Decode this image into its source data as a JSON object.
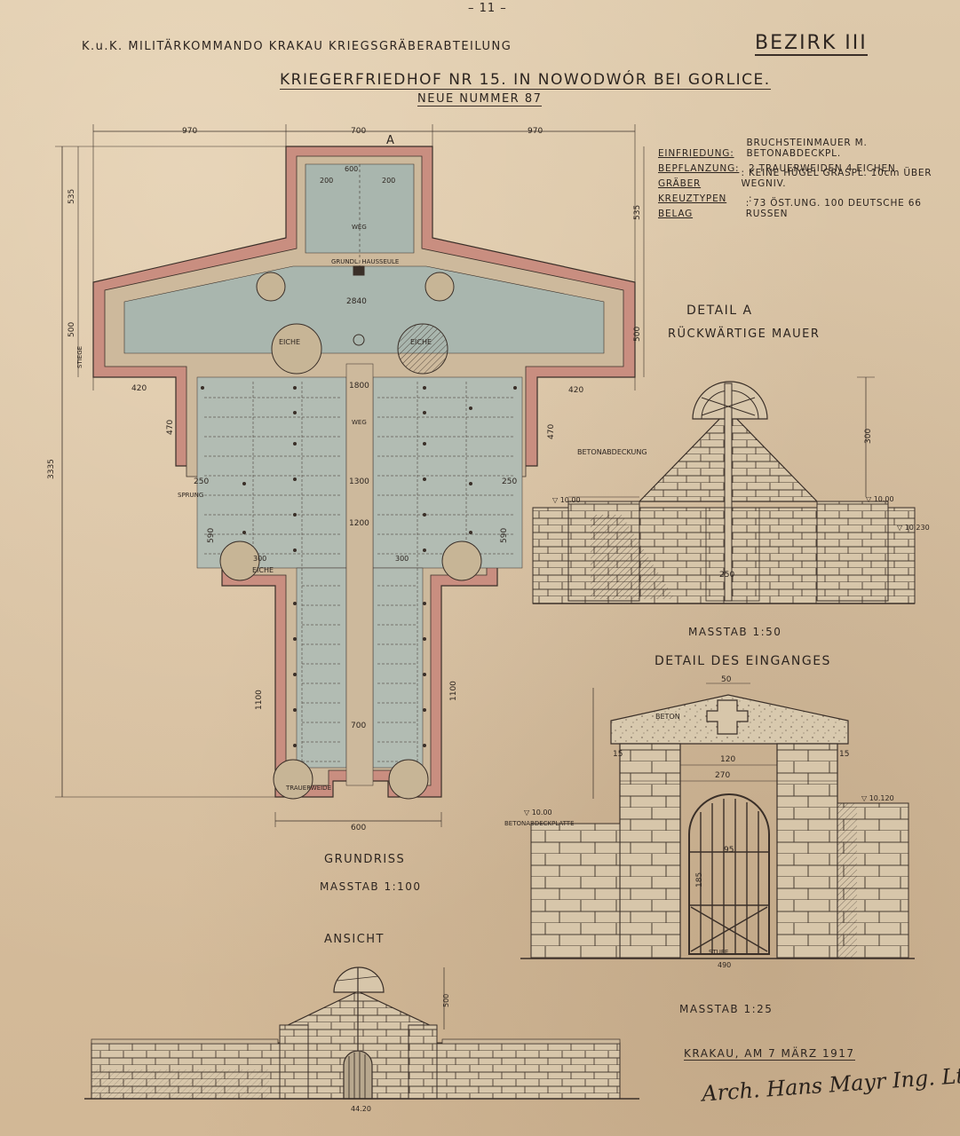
{
  "page_number": "– 11 –",
  "header": {
    "authority": "K.u.K. MILITÄRKOMMANDO KRAKAU  KRIEGSGRÄBERABTEILUNG",
    "district": "BEZIRK III",
    "title": "KRIEGERFRIEDHOF NR 15. IN NOWODWÓR BEI GORLICE.",
    "subtitle": "NEUE NUMMER 87"
  },
  "info": [
    {
      "key": "EINFRIEDUNG:",
      "value": "BRUCHSTEINMAUER M. BETONABDECKPL."
    },
    {
      "key": "BEPFLANZUNG:",
      "value": "2 TRAUERWEIDEN    4 EICHEN"
    },
    {
      "key": "GRÄBER",
      "value": ": KEINE HÜGEL GRASPL. 10cm ÜBER WEGNIV."
    },
    {
      "key": "KREUZTYPEN",
      "value": ":"
    },
    {
      "key": "BELAG",
      "value": ": 73 ÖST.UNG. 100 DEUTSCHE 66 RUSSEN"
    }
  ],
  "plan": {
    "caption": "GRUNDRISS",
    "scale": "MASSTAB 1:100",
    "marker_a": "A",
    "dims": {
      "top_left": "970",
      "top_mid": "700",
      "top_right": "970",
      "overall_height": "3335",
      "span_wide": "2840",
      "span_1800": "1800",
      "span_1300": "1300",
      "span_1200": "1200",
      "span_700": "700",
      "span_600": "600",
      "offset_420_l": "420",
      "offset_420_r": "420",
      "offset_250_l": "250",
      "offset_250_r": "250",
      "h_470_l": "470",
      "h_470_r": "470",
      "h_590_l": "590",
      "h_590_r": "590",
      "h_535_l": "535",
      "h_535_r": "535",
      "h_500_l": "500",
      "h_500_r": "500",
      "h_1100_l": "1100",
      "h_1100_r": "1100",
      "w_600": "600",
      "w_200_a": "200",
      "w_200_b": "200",
      "w_300": "300",
      "w_300_b": "300"
    },
    "labels": {
      "tree_left": "EICHE",
      "tree_right": "EICHE",
      "tree_lower_left": "EICHE",
      "willow": "TRAUERWEIDE",
      "monument": "GRUNDL. HAUSSEULE",
      "sprung": "SPRUNG",
      "stiegen": "STIEGE",
      "weg": "WEG",
      "weg2": "WEG"
    }
  },
  "detail_a": {
    "title": "DETAIL A",
    "subtitle": "RÜCKWÄRTIGE MAUER",
    "label_cover": "BETONABDECKUNG",
    "dim_height": "300",
    "dim_width": "250",
    "level_left": "▽ 10.00",
    "level_right": "▽ 10.00",
    "level_right2": "▽ 10.230",
    "scale": "MASSTAB 1:50"
  },
  "entrance": {
    "title": "DETAIL DES EINGANGES",
    "dim_top": "50",
    "dim_120": "120",
    "dim_270": "270",
    "dim_15_l": "15",
    "dim_15_r": "15",
    "dim_h": "185",
    "dim_w": "95",
    "label_beton": "BETON",
    "label_plate": "BETONABDECKPLATTE",
    "level_left": "▽ 10.00",
    "level_right": "▽ 10.120",
    "label_step": "STUFE",
    "dim_bottom": "490",
    "scale": "MASSTAB 1:25"
  },
  "elevation": {
    "title": "ANSICHT",
    "dim_height": "500",
    "dim_bottom": "44.20"
  },
  "sign": {
    "place_date": "KRAKAU, AM 7 MÄRZ 1917",
    "signature": "Arch. Hans Mayr  Ing. Lt."
  },
  "colors": {
    "paper": "#d9c4a6",
    "ink": "#3a2f28",
    "wall": "#c98e80",
    "grass": "#a9b6ae",
    "stone": "#cfc0a6"
  }
}
